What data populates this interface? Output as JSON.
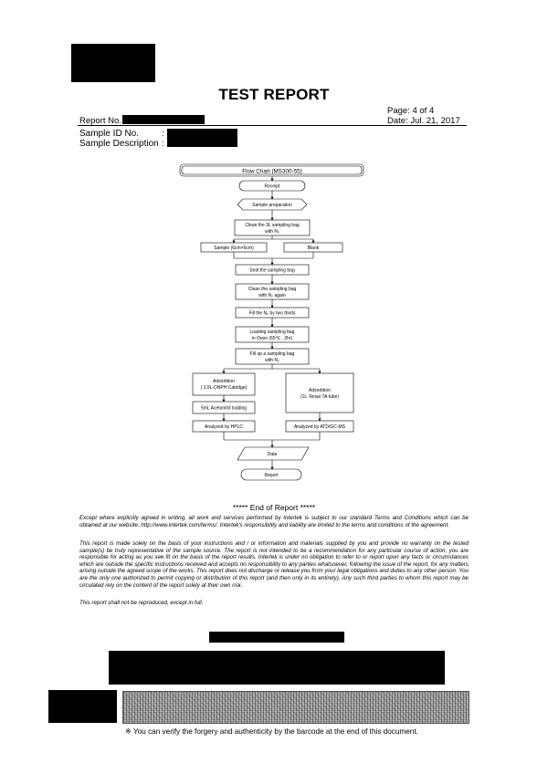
{
  "report": {
    "title": "TEST REPORT",
    "page_label": "Page: 4 of 4",
    "date_label": "Date: Jul. 21, 2017",
    "report_no_label": "Report No.",
    "sample_id_label": "Sample ID No.",
    "sample_desc_label": "Sample Description",
    "colon": ":"
  },
  "flowchart": {
    "title": "Flow Chart (MS300-55)",
    "steps": {
      "receipt": "Receipt",
      "prep": "Sample preparation",
      "clean_line1": "Clean the 3L sampling bag",
      "clean_line2": "with N₂",
      "sample": "Sample (6cm×6cm)",
      "blank": "Blank",
      "seal": "Seal the sampling bag",
      "clean2_line1": "Clean the  sampling bag",
      "clean2_line2": "with N₂ again",
      "fill": "Fill the N₂ by two thirds",
      "load_line1": "Loading sampling bag",
      "load_line2": "in Oven (65℃ , 2hr)",
      "fillup_line1": "Fill up a sampling bag",
      "fillup_line2": "with N₂",
      "ads1_line1": "Adsorbtion",
      "ads1_line2": "( 1.5L-DNPH Catridge)",
      "ads2_line1": "Adsorbtion",
      "ads2_line2": "(1L-Tenax TA tube)",
      "acetonitril": "5mL Acetonitril loading",
      "hplc": "Analyzed by HPLC",
      "atd": "Analyzed by ATD/GC-MS",
      "data": "Data",
      "report": "Report"
    }
  },
  "end_of_report": "***** End of Report *****",
  "paragraphs": [
    "Except where explicitly agreed in writing, all work and services performed by Intertek is subject to our standard Terms and Conditions which can be obtained at our website: http://www.intertek.com/terms/. Intertek's responsibility and liability are limited to the terms and conditions of the agreement.",
    "This report is made solely on the basis of your instructions and / or information and materials supplied by you and provide no warranty on the tested sample(s) be truly representative of the sample source. The report is not intended to be a recommendation for any particular course of action, you are responsible for acting as you see fit on the basis of the report results. Intertek is under no obligation to refer to or report upon any facts or circumstances which are outside the specific instructions received and accepts no responsibility to any parties whatsoever, following the issue of the report, for any matters arising outside the agreed scope of the works. This report does not discharge or release you from your legal obligations and duties to any other person. You are the only one authorized to permit copying or distribution of this report (and then only in its entirety). Any such third parties to whom this report may be circulated rely on the content of the report solely at their own risk.",
    "This report shall not be reproduced, except in full."
  ],
  "verify_note": "※ You can verify the forgery and authenticity by the barcode at the end of this document."
}
